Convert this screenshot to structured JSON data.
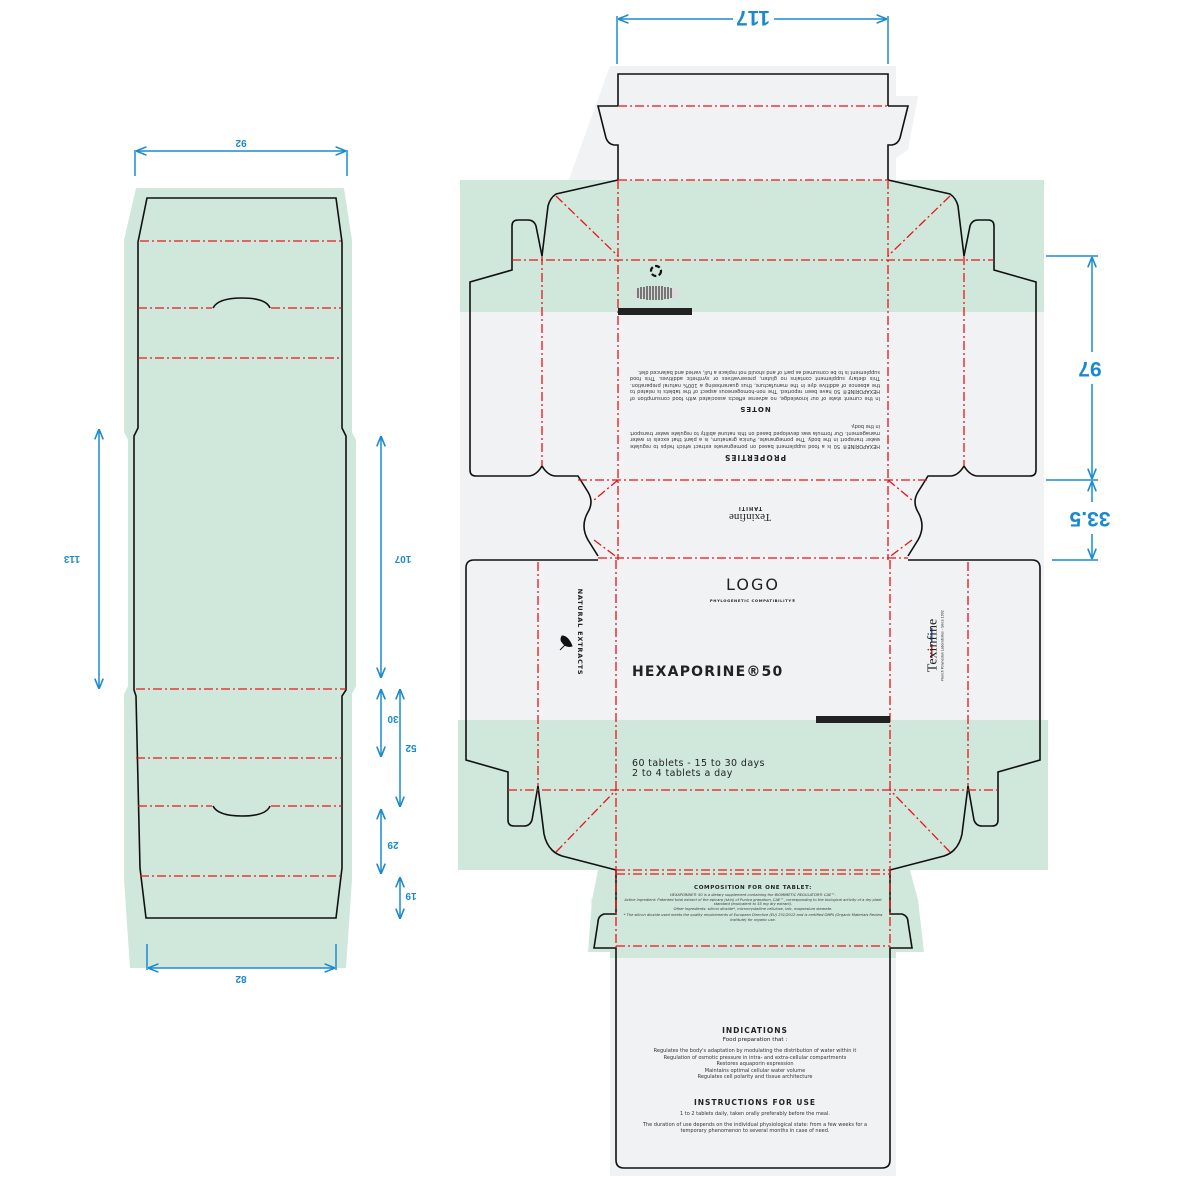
{
  "colors": {
    "dimension": "#1a8ad0",
    "fold_line": "#e8141a",
    "cut_line": "#111111",
    "bleed_green": "#d0e8dc",
    "panel_grey": "#f1f2f4"
  },
  "left_die": {
    "dimensions": {
      "top_width": "92",
      "bottom_width": "82",
      "left_height": "113",
      "right_main": "107",
      "right_30": "30",
      "right_52": "52",
      "right_29": "29",
      "right_19": "19"
    }
  },
  "main_die": {
    "dimensions": {
      "top_width": "117",
      "right_97": "97",
      "right_33_5": "33.5"
    },
    "back_panel": {
      "properties_title": "PROPERTIES",
      "properties_body": "HEXAPORINE® 50 is a food supplement based on pomegranate extract which helps to regulate water transport in the body. The pomegranate, Punica granatum, is a plant that excels in water management. Our formula was developed based on this natural ability to regulate water transport in the body.",
      "notes_title": "NOTES",
      "notes_body": "In the current state of our knowledge, no adverse effects associated with food consumption of HEXAPORINE® 50 have been reported. The non-homogeneous aspect of the tablets is related to the absence of additive dye in the manufacture, thus guaranteeing a 100% natural preparation. This dietary supplement contains no gluten, preservatives or synthetic additives. This food supplement is to be consumed as part of and should not replace a full, varied and balanced diet."
    },
    "top_flap": {
      "recycle_icon": "recycle-icon",
      "barcode_icon": "barcode-icon"
    },
    "side_brand": {
      "brand": "Texinfine",
      "sub": "TAHITI"
    },
    "front_panel": {
      "logo": "LOGO",
      "tagline": "PHYLOGENETIC COMPATIBILITY®",
      "product_name": "HEXAPORINE®50",
      "quantity_line1": "60 tablets - 15 to 30 days",
      "quantity_line2": "2 to 4 tablets a day"
    },
    "left_side": {
      "label": "NATURAL EXTRACTS",
      "leaf_icon": "leaf-icon"
    },
    "right_side": {
      "brand": "Texinfine",
      "sub": "French Polynesian Laboratories - Since 1992"
    },
    "composition": {
      "title": "COMPOSITION FOR ONE TABLET:",
      "line1": "HEXAPORINE® 50 is a dietary supplement containing the BIOMIMETIC REGULATOR® CAE™.",
      "line2": "Active ingredient: Patented total extract of the epicarp (skin) of Punica granatum, CAE™, corresponding to the biological activity of a dry plant standard (equivalent to 55 mg dry extract).",
      "line3": "Other ingredients: silicon dioxide*, microcrystalline cellulose, talc, magnesium stearate.",
      "footnote": "* The silicon dioxide used meets the quality requirements of European Directive (EU) 231/2012 and is certified OMRI (Organic Materials Review Institute) for organic use."
    },
    "indications": {
      "title": "INDICATIONS",
      "subtitle": "Food preparation that :",
      "items": [
        "Regulates the body's adaptation by modulating the distribution of water within it",
        "Regulation of osmotic pressure in intra- and extra-cellular compartments",
        "Restores aquaporin expression",
        "Maintains optimal cellular water volume",
        "Regulates cell polarity and tissue architecture"
      ]
    },
    "instructions": {
      "title": "INSTRUCTIONS FOR USE",
      "line1": "1 to 2 tablets daily, taken orally preferably before the meal.",
      "line2": "The duration of use depends on the individual physiological state: from a few weeks for a temporary phenomenon to several months in case of need."
    }
  }
}
